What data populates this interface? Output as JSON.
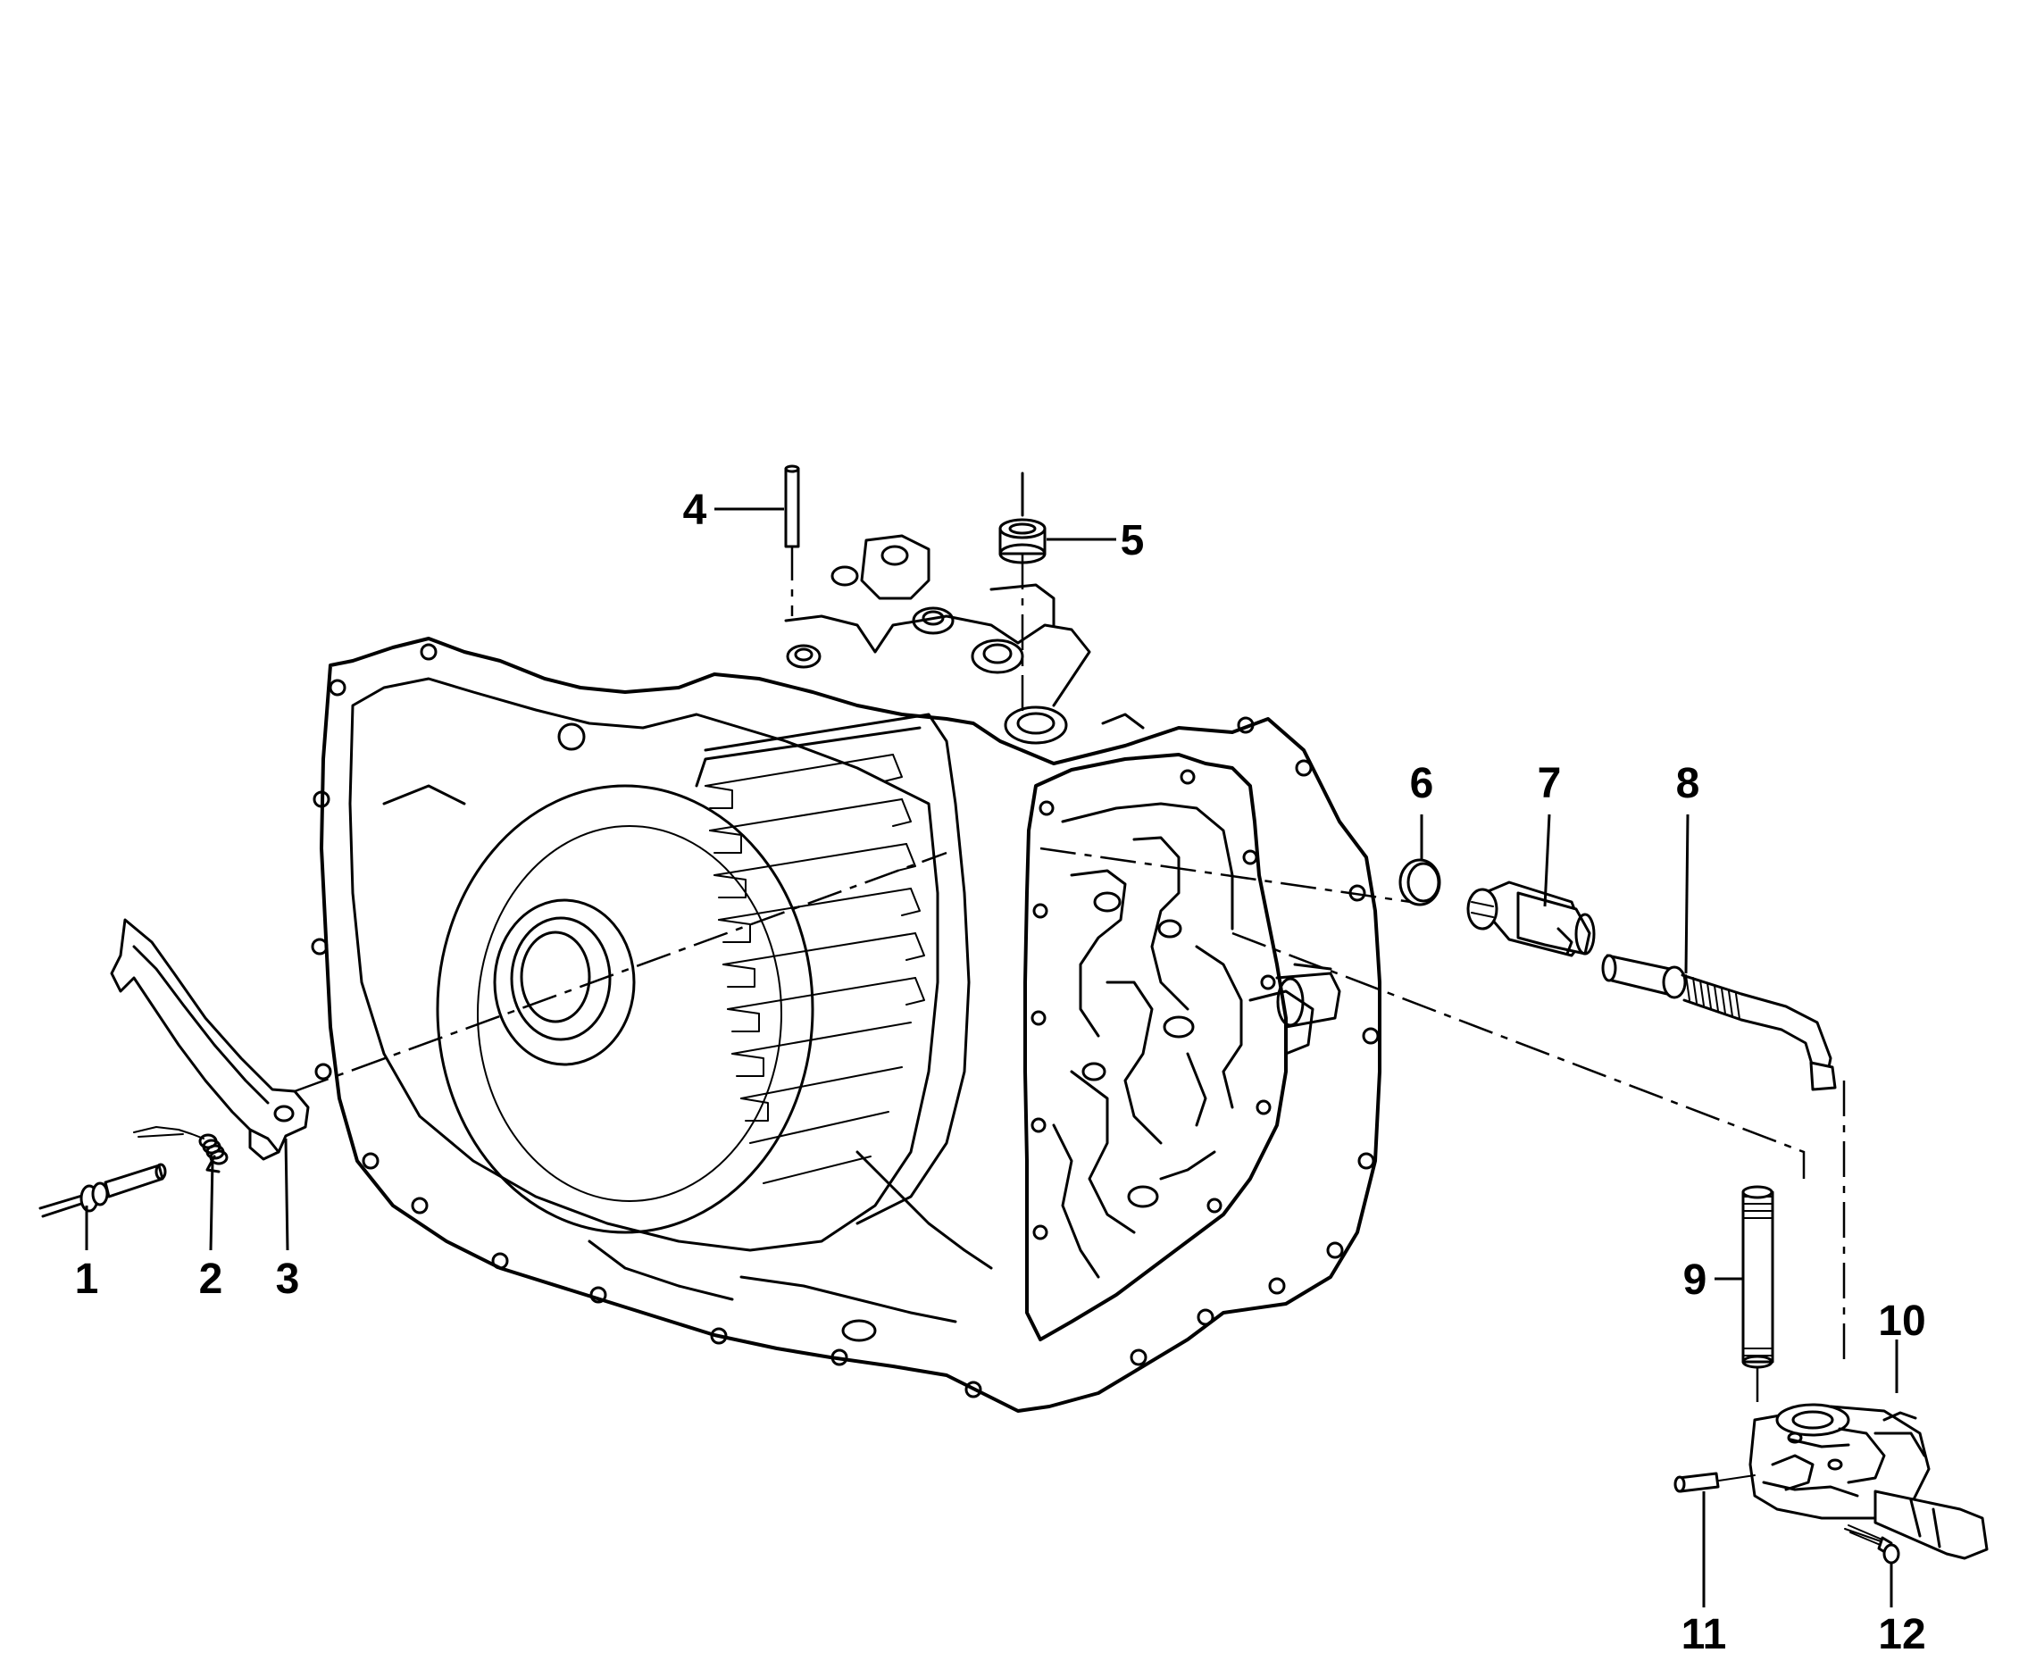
{
  "diagram": {
    "background": "#ffffff",
    "ink": "#000000",
    "callouts": [
      "1",
      "2",
      "3",
      "4",
      "5",
      "6",
      "7",
      "8",
      "9",
      "10",
      "11",
      "12"
    ]
  }
}
